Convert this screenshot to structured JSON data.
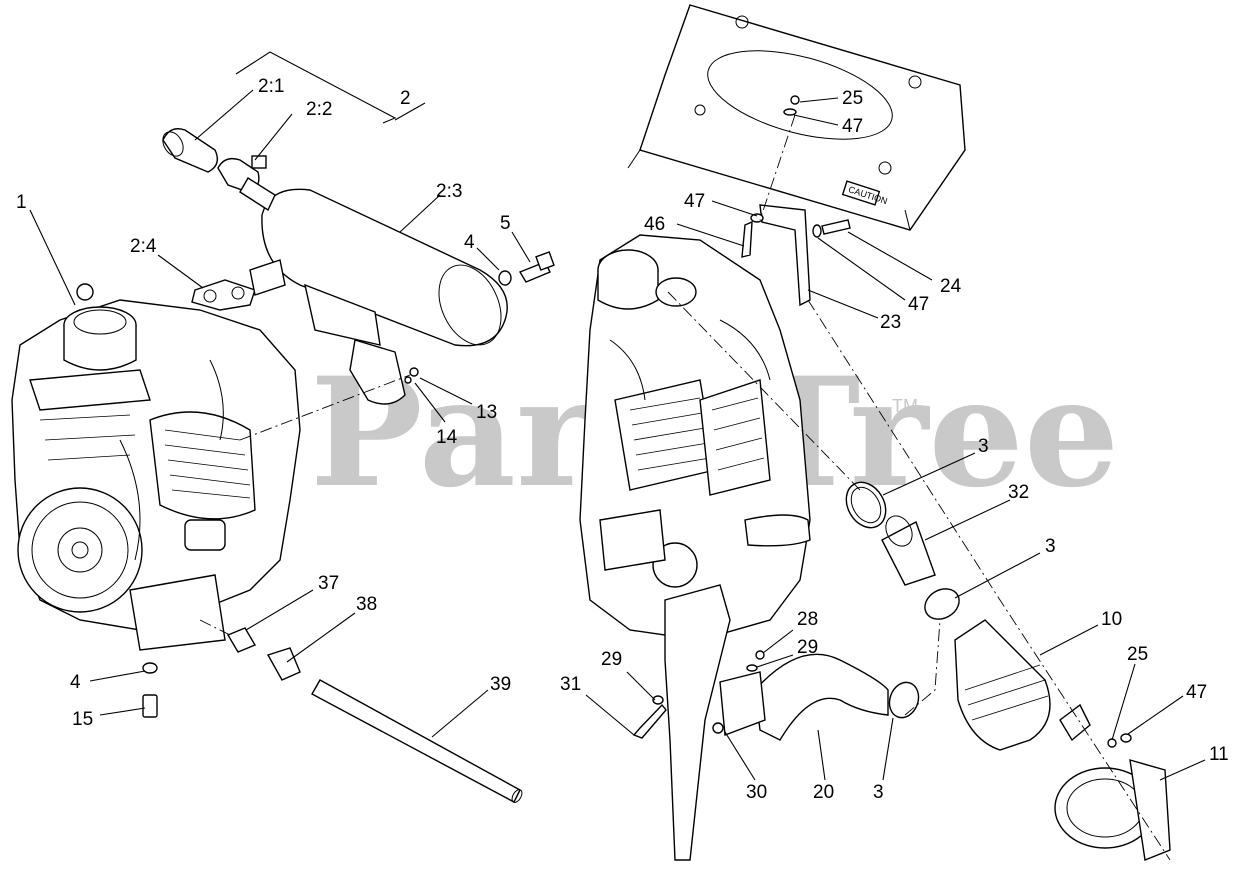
{
  "watermark": {
    "text": "PartsTree",
    "trademark": "TM"
  },
  "decal": {
    "text": "CAUTION"
  },
  "callouts": [
    "1",
    "2",
    "2:1",
    "2:2",
    "2:3",
    "2:4",
    "4",
    "5",
    "13",
    "14",
    "37",
    "38",
    "39",
    "4",
    "15",
    "25",
    "47",
    "47",
    "46",
    "24",
    "47",
    "23",
    "3",
    "32",
    "3",
    "10",
    "25",
    "47",
    "11",
    "28",
    "29",
    "29",
    "31",
    "30",
    "20",
    "3"
  ]
}
